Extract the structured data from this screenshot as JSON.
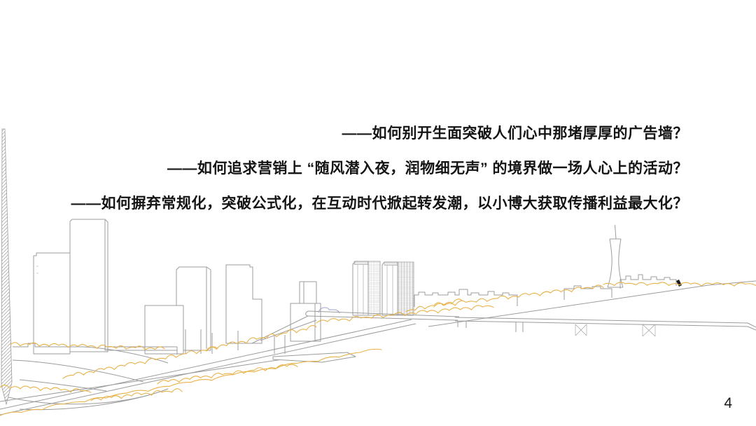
{
  "slide": {
    "questions": [
      "——如何别开生面突破人们心中那堵厚厚的广告墙？",
      "——如何追求营销上 “随风潜入夜，润物细无声” 的境界做一场人心上的活动？",
      "——如何摒弃常规化，突破公式化，在互动时代掀起转发潮，以小博大获取传播利益最大化？"
    ],
    "page_number": "4"
  },
  "illustration": {
    "name": "guangzhou-riverfront-skyline-line-drawing",
    "colors": {
      "line_gray": "#9c9c9c",
      "tree_yellow": "#e8b24a",
      "car_blue": "#9aa2cc",
      "ink_black": "#1a1a1a"
    }
  }
}
